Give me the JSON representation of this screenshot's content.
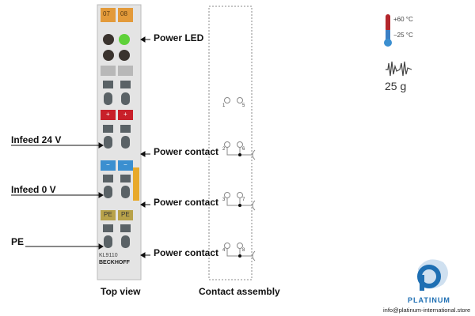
{
  "labels": {
    "power_led": "Power LED",
    "infeed_24v": "Infeed 24 V",
    "infeed_0v": "Infeed 0 V",
    "pe": "PE",
    "power_contact_1": "Power contact",
    "power_contact_2": "Power contact",
    "power_contact_3": "Power contact",
    "top_view": "Top view",
    "contact_assembly": "Contact assembly"
  },
  "module": {
    "channel_labels": [
      "07",
      "08"
    ],
    "plus_label": "+",
    "minus_label": "−",
    "pe_label": "PE",
    "model": "KL9110",
    "brand": "BECKHOFF",
    "led_color": "#5fd13a",
    "plus_color": "#c8202a",
    "minus_color": "#3b8fd0",
    "pe_color": "#b8a24a",
    "header_color": "#e39a3a"
  },
  "contact_terminals": [
    "1",
    "5",
    "2",
    "6",
    "3",
    "7",
    "4",
    "8"
  ],
  "specs": {
    "temp_max": "+60 °C",
    "temp_min": "−25 °C",
    "vibration": "25 g"
  },
  "logo": {
    "name": "PLATINUM",
    "email": "info@platinum-international.store",
    "color": "#1e6fb3"
  }
}
